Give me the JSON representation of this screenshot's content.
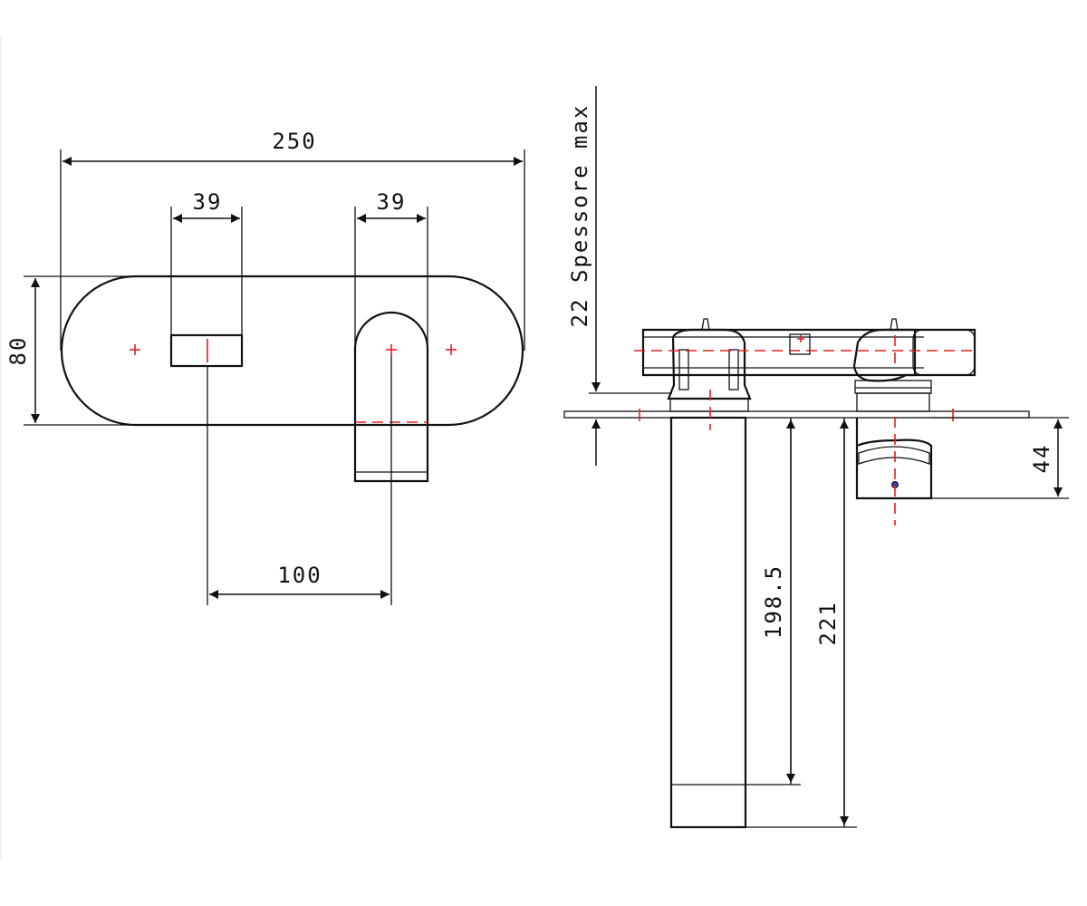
{
  "dimensions": {
    "overall_width": "250",
    "left_handle_width": "39",
    "spout_width": "39",
    "center_distance": "100",
    "plate_height": "80",
    "wall_thickness_note": "22 Spessore max",
    "spout_projection": "198.5",
    "total_projection": "221",
    "spout_height": "44"
  },
  "colors": {
    "line": "#111111",
    "axis": "#e02020"
  }
}
